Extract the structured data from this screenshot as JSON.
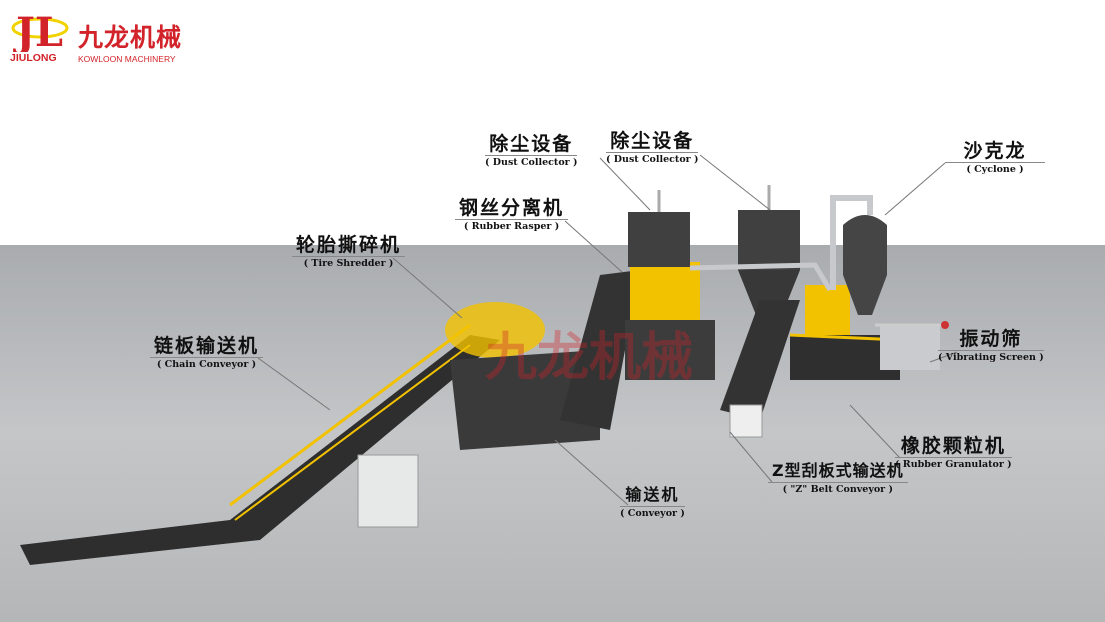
{
  "logo": {
    "mark": "JL",
    "name_cn": "九龙机械",
    "name_en": "JIULONG",
    "tagline": "KOWLOON MACHINERY"
  },
  "labels": [
    {
      "id": "dust-collector-1",
      "cn": "除尘设备",
      "en": "( Dust Collector )"
    },
    {
      "id": "dust-collector-2",
      "cn": "除尘设备",
      "en": "( Dust Collector )"
    },
    {
      "id": "cyclone",
      "cn": "沙克龙",
      "en": "( Cyclone )"
    },
    {
      "id": "rubber-rasper",
      "cn": "钢丝分离机",
      "en": "( Rubber Rasper )"
    },
    {
      "id": "tire-shredder",
      "cn": "轮胎撕碎机",
      "en": "( Tire Shredder )"
    },
    {
      "id": "chain-conveyor",
      "cn": "链板输送机",
      "en": "( Chain Conveyor )"
    },
    {
      "id": "vibrating-screen",
      "cn": "振动筛",
      "en": "( Vibrating Screen )"
    },
    {
      "id": "rubber-granulator",
      "cn": "橡胶颗粒机",
      "en": "( Rubber Granulator )"
    },
    {
      "id": "z-belt-conveyor",
      "cn": "Z型刮板式输送机",
      "en": "( \"Z\" Belt Conveyor )"
    },
    {
      "id": "conveyor",
      "cn": "输送机",
      "en": "( Conveyor )"
    }
  ],
  "watermark": "九龙机械",
  "colors": {
    "brand": "#d2232a",
    "machine_yellow": "#f2c200",
    "machine_dark": "#3a3a3a",
    "floor": "#b9bcbe"
  }
}
